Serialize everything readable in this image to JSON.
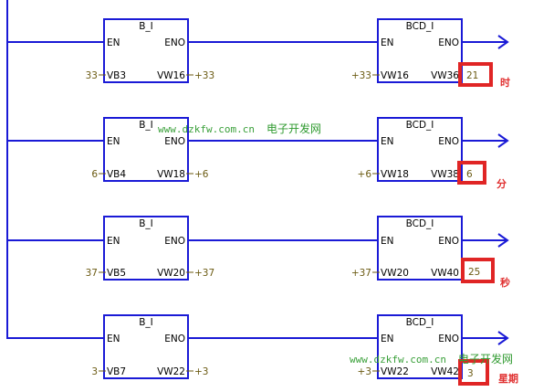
{
  "colors": {
    "wire": "#1a1ad6",
    "box": "#1a1ad6",
    "highlight": "#e02525",
    "value_text": "#6b5a12",
    "unit_text": "#e03030",
    "watermark": "#3aa03a"
  },
  "rungs": [
    {
      "b_title": "B_I",
      "b_en": "EN",
      "b_eno": "ENO",
      "b_in_value": "33",
      "b_in": "VB3",
      "b_out": "VW16",
      "b_out_value": "+33",
      "bcd_title": "BCD_I",
      "bcd_en": "EN",
      "bcd_eno": "ENO",
      "bcd_in_value": "+33",
      "bcd_in": "VW16",
      "bcd_out": "VW36",
      "result": "21",
      "unit": "时"
    },
    {
      "b_title": "B_I",
      "b_en": "EN",
      "b_eno": "ENO",
      "b_in_value": "6",
      "b_in": "VB4",
      "b_out": "VW18",
      "b_out_value": "+6",
      "bcd_title": "BCD_I",
      "bcd_en": "EN",
      "bcd_eno": "ENO",
      "bcd_in_value": "+6",
      "bcd_in": "VW18",
      "bcd_out": "VW38",
      "result": "6",
      "unit": "分"
    },
    {
      "b_title": "B_I",
      "b_en": "EN",
      "b_eno": "ENO",
      "b_in_value": "37",
      "b_in": "VB5",
      "b_out": "VW20",
      "b_out_value": "+37",
      "bcd_title": "BCD_I",
      "bcd_en": "EN",
      "bcd_eno": "ENO",
      "bcd_in_value": "+37",
      "bcd_in": "VW20",
      "bcd_out": "VW40",
      "result": "25",
      "unit": "秒"
    },
    {
      "b_title": "B_I",
      "b_en": "EN",
      "b_eno": "ENO",
      "b_in_value": "3",
      "b_in": "VB7",
      "b_out": "VW22",
      "b_out_value": "+3",
      "bcd_title": "BCD_I",
      "bcd_en": "EN",
      "bcd_eno": "ENO",
      "bcd_in_value": "+3",
      "bcd_in": "VW22",
      "bcd_out": "VW42",
      "result": "3",
      "unit": "星期"
    }
  ],
  "watermarks": [
    {
      "url": "www.dzkfw.com.cn",
      "name": "电子开发网"
    },
    {
      "url": "www.dzkfw.com.cn",
      "name": "电子开发网"
    }
  ]
}
